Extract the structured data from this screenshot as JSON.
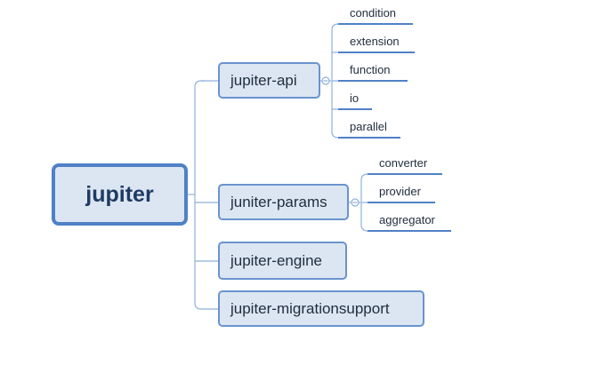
{
  "root": {
    "label": "jupiter"
  },
  "branches": [
    {
      "label": "jupiter-api",
      "children": [
        "condition",
        "extension",
        "function",
        "io",
        "parallel"
      ]
    },
    {
      "label": "juniter-params",
      "children": [
        "converter",
        "provider",
        "aggregator"
      ]
    },
    {
      "label": "jupiter-engine",
      "children": []
    },
    {
      "label": "jupiter-migrationsupport",
      "children": []
    }
  ],
  "colors": {
    "node_fill": "#dce6f2",
    "node_border": "#6a93cf",
    "root_border": "#4f81c7",
    "connector": "#8fb0dc",
    "leaf_underline": "#4f81c7",
    "text": "#1f2d3d"
  }
}
